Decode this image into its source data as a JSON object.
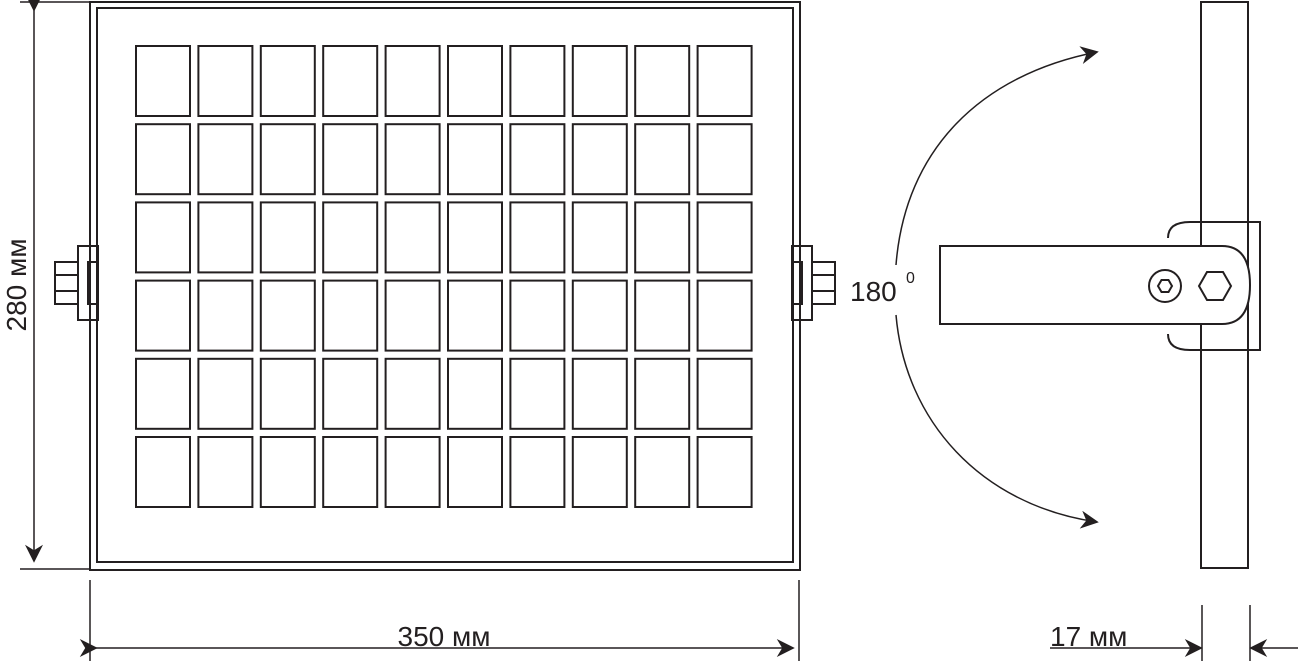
{
  "dimensions": {
    "height_label": "280 мм",
    "width_label": "350 мм",
    "depth_label": "17 мм",
    "rotation_value": "180",
    "rotation_sup": "0"
  },
  "panel": {
    "rows": 6,
    "cols": 10
  },
  "colors": {
    "stroke": "#231f20",
    "background": "#ffffff"
  }
}
